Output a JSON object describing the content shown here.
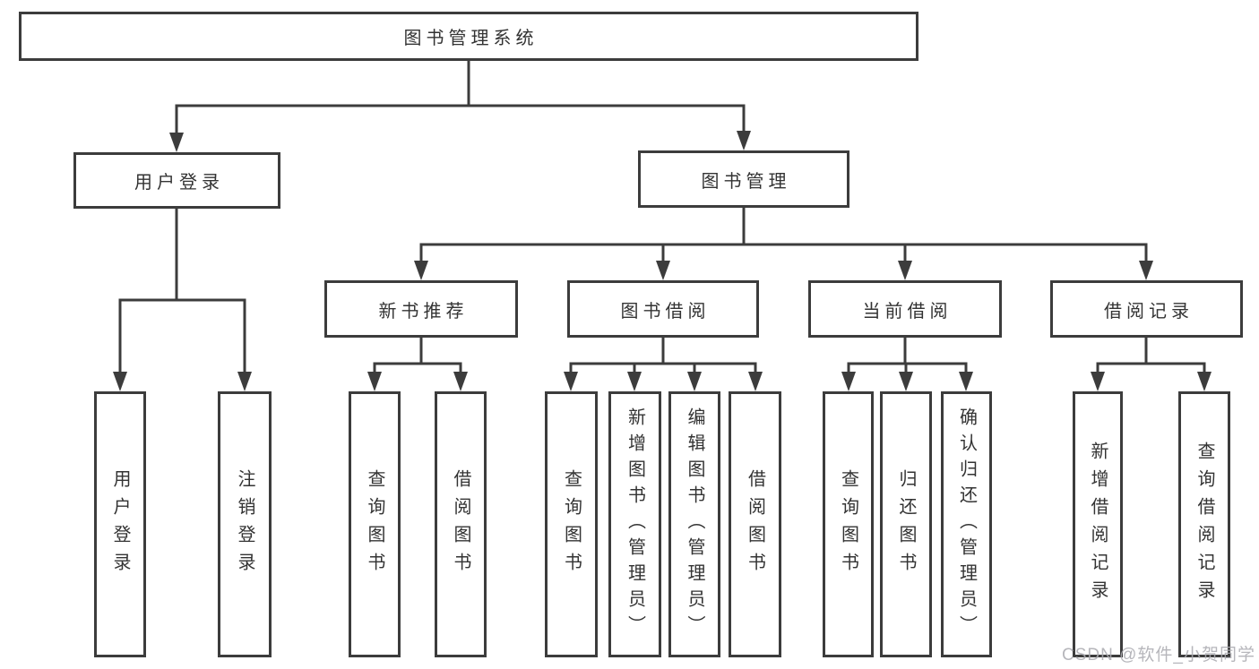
{
  "tree": {
    "root": {
      "label": "图书管理系统"
    },
    "level1": {
      "user_login": {
        "label": "用户登录",
        "children": {
          "login": {
            "label": "用户登录"
          },
          "logout": {
            "label": "注销登录"
          }
        }
      },
      "book_mgmt": {
        "label": "图书管理",
        "children": {
          "new_books": {
            "label": "新书推荐",
            "children": {
              "query": {
                "label": "查询图书"
              },
              "borrow": {
                "label": "借阅图书"
              }
            }
          },
          "book_borrow": {
            "label": "图书借阅",
            "children": {
              "query": {
                "label": "查询图书"
              },
              "add": {
                "label": "新增图书（管理员）"
              },
              "edit": {
                "label": "编辑图书（管理员）"
              },
              "borrow": {
                "label": "借阅图书"
              }
            }
          },
          "current_borrow": {
            "label": "当前借阅",
            "children": {
              "query": {
                "label": "查询图书"
              },
              "return": {
                "label": "归还图书"
              },
              "confirm": {
                "label": "确认归还（管理员）"
              }
            }
          },
          "borrow_records": {
            "label": "借阅记录",
            "children": {
              "add": {
                "label": "新增借阅记录"
              },
              "query": {
                "label": "查询借阅记录"
              }
            }
          }
        }
      }
    }
  },
  "watermark": {
    "text": "CSDN @软件_小贺同学"
  }
}
